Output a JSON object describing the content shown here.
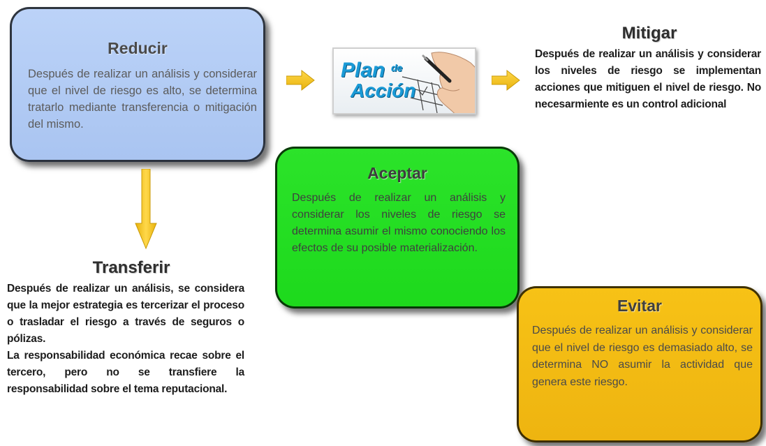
{
  "colors": {
    "reducir_bg": "#bcd3f8",
    "aceptar_bg": "#2ce32a",
    "evitar_bg": "#f7c216",
    "arrow": "#f2c418"
  },
  "reducir": {
    "title": "Reducir",
    "text": "Después de realizar un análisis y considerar que el nivel de riesgo es alto, se determina tratarlo mediante transferencia o mitigación del mismo."
  },
  "mitigar": {
    "title": "Mitigar",
    "text": "Después de realizar un análisis y considerar los niveles de riesgo se implementan acciones que mitiguen el nivel de riesgo.  No necesarmiente es un control adicional"
  },
  "aceptar": {
    "title": "Aceptar",
    "text": "Después de realizar un análisis y considerar los niveles de riesgo se determina asumir el mismo conociendo los efectos de su posible materialización."
  },
  "transferir": {
    "title": "Transferir",
    "text": "Después de realizar un análisis, se considera que la mejor estrategia es tercerizar el proceso o trasladar el riesgo a través de seguros o pólizas.",
    "text2": "La responsabilidad económica recae sobre el tercero, pero no se transfiere la responsabilidad sobre el tema reputacional."
  },
  "evitar": {
    "title": "Evitar",
    "text": "Después de realizar un análisis y considerar que el nivel de riesgo es demasiado alto, se determina  NO asumir la actividad que genera este riesgo."
  },
  "plan_image": {
    "word1": "Plan",
    "word2": "de",
    "word3": "Acción",
    "icon": "hand-writing-checklist-icon"
  }
}
